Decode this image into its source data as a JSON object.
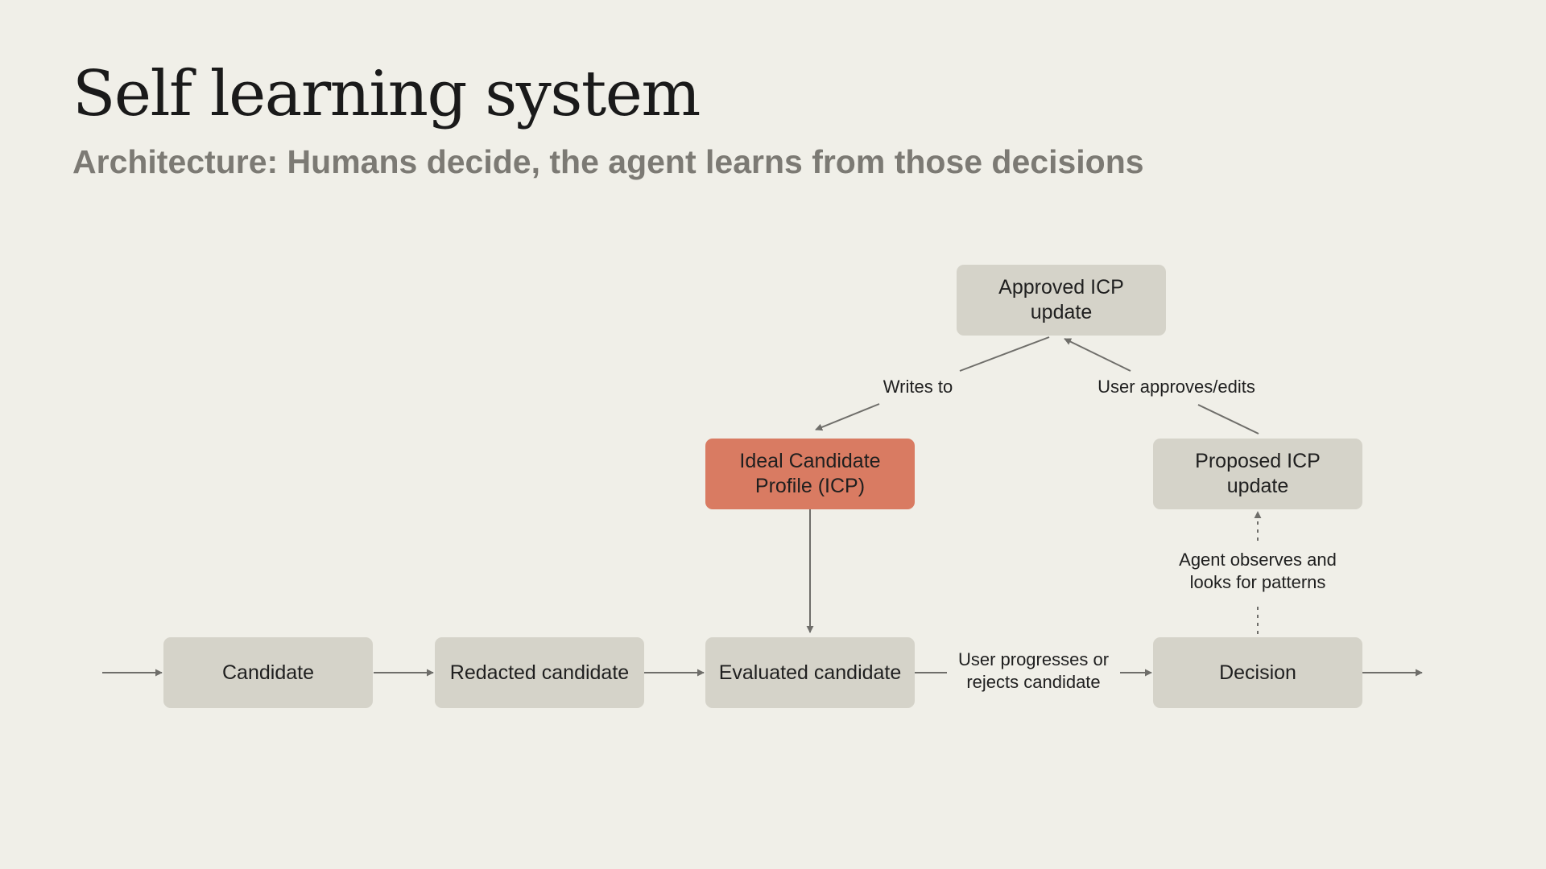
{
  "slide": {
    "title": "Self learning system",
    "subtitle": "Architecture: Humans decide, the agent learns from those decisions"
  },
  "diagram": {
    "nodes": {
      "candidate": "Candidate",
      "redacted": "Redacted candidate",
      "evaluated": "Evaluated candidate",
      "decision": "Decision",
      "icp": "Ideal Candidate Profile (ICP)",
      "proposed": "Proposed ICP update",
      "approved": "Approved ICP update"
    },
    "edges": {
      "progress": "User progresses or rejects candidate",
      "observe": "Agent observes and looks for patterns",
      "approve": "User approves/edits",
      "writes": "Writes to"
    },
    "colors": {
      "node_fill": "#d5d3c9",
      "accent_fill": "#d97b62",
      "arrow": "#6f6e6a",
      "background": "#f0efe8"
    }
  }
}
